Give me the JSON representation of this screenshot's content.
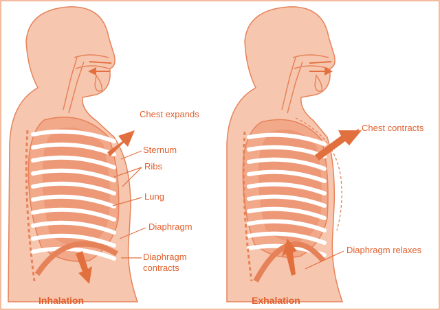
{
  "panels": {
    "left": {
      "caption": "Inhalation",
      "labels": {
        "chest": "Chest expands",
        "sternum": "Sternum",
        "ribs": "Ribs",
        "lung": "Lung",
        "diaphragm": "Diaphragm",
        "diaphragm_state_line1": "Diaphragm",
        "diaphragm_state_line2": "contracts"
      }
    },
    "right": {
      "caption": "Exhalation",
      "labels": {
        "chest": "Chest contracts",
        "diaphragm_state": "Diaphragm relaxes"
      }
    }
  },
  "colors": {
    "skin": "#f7c6ae",
    "outline": "#e6825a",
    "rib": "#f2a98a",
    "lung": "#ea8a66",
    "arrow": "#e2703f",
    "text": "#e0602e",
    "frame": "#f0a37f"
  }
}
